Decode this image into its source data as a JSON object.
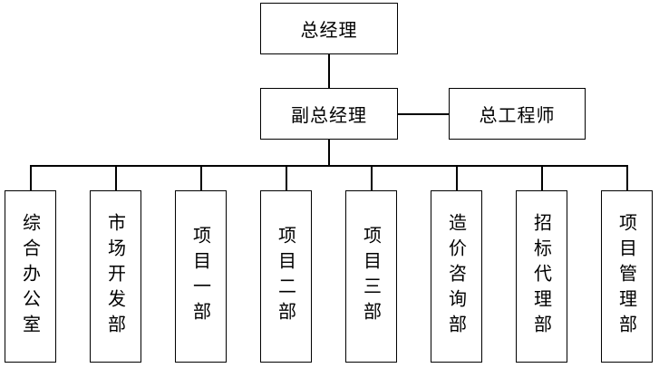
{
  "org_chart": {
    "top": "总经理",
    "deputy": "副总经理",
    "side": "总工程师",
    "departments": [
      "综合办公室",
      "市场开发部",
      "项目一部",
      "项目二部",
      "项目三部",
      "造价咨询部",
      "招标代理部",
      "项目管理部"
    ]
  }
}
